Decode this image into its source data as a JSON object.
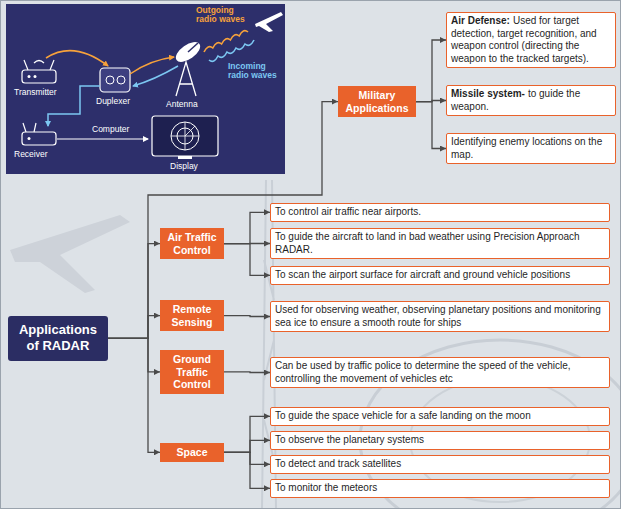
{
  "diagram": {
    "nodes": [
      {
        "text": [
          "Applications of RADAR"
        ]
      },
      {
        "text": [
          "Military Applications"
        ]
      },
      {
        "text": [
          "Air Defense:",
          "Used for target detection, target recognition, and weapon control (directing the weapon to the tracked targets)."
        ]
      },
      {
        "text": [
          "Missile system-",
          "to guide the weapon."
        ]
      },
      {
        "text": [
          "Identifying enemy locations on the map."
        ]
      },
      {
        "text": [
          "Air Traffic Control"
        ]
      },
      {
        "text": [
          "To control air traffic near airports."
        ]
      },
      {
        "text": [
          "To guide the aircraft to land in bad weather using Precision Approach RADAR."
        ]
      },
      {
        "text": [
          "To scan the airport surface for aircraft and ground vehicle positions"
        ]
      },
      {
        "text": [
          "Remote Sensing"
        ]
      },
      {
        "text": [
          "Used for observing weather, observing planetary positions and monitoring sea ice to ensure a smooth route for ships"
        ]
      },
      {
        "text": [
          "Ground Traffic Control"
        ]
      },
      {
        "text": [
          "Can be used by traffic police to determine the speed of the vehicle, controlling the movement of vehicles etc"
        ]
      },
      {
        "text": [
          "Space"
        ]
      },
      {
        "text": [
          "To guide the space vehicle for a safe landing on the moon"
        ]
      },
      {
        "text": [
          "To observe the planetary systems"
        ]
      },
      {
        "text": [
          "To detect and track satellites"
        ]
      },
      {
        "text": [
          "To monitor the meteors"
        ]
      }
    ],
    "edges": [
      {
        "from": 0,
        "to": 1,
        "arrow": "to"
      },
      {
        "from": 0,
        "to": 5,
        "arrow": "to"
      },
      {
        "from": 0,
        "to": 9,
        "arrow": "to"
      },
      {
        "from": 0,
        "to": 11,
        "arrow": "to"
      },
      {
        "from": 0,
        "to": 13,
        "arrow": "to"
      },
      {
        "from": 1,
        "to": 2,
        "arrow": "to"
      },
      {
        "from": 1,
        "to": 3,
        "arrow": "to"
      },
      {
        "from": 1,
        "to": 4,
        "arrow": "to"
      },
      {
        "from": 5,
        "to": 6,
        "arrow": "to"
      },
      {
        "from": 5,
        "to": 7,
        "arrow": "to"
      },
      {
        "from": 5,
        "to": 8,
        "arrow": "to"
      },
      {
        "from": 9,
        "to": 10,
        "arrow": "to"
      },
      {
        "from": 11,
        "to": 12,
        "arrow": "to"
      },
      {
        "from": 13,
        "to": 14,
        "arrow": "to"
      },
      {
        "from": 13,
        "to": 15,
        "arrow": "to"
      },
      {
        "from": 13,
        "to": 16,
        "arrow": "to"
      },
      {
        "from": 13,
        "to": 17,
        "arrow": "to"
      }
    ],
    "labels": [
      "Outgoing radio waves",
      "Incoming radio waves",
      "Transmitter",
      "Duplexer",
      "Antenna",
      "Receiver",
      "Computer",
      "Display"
    ]
  }
}
